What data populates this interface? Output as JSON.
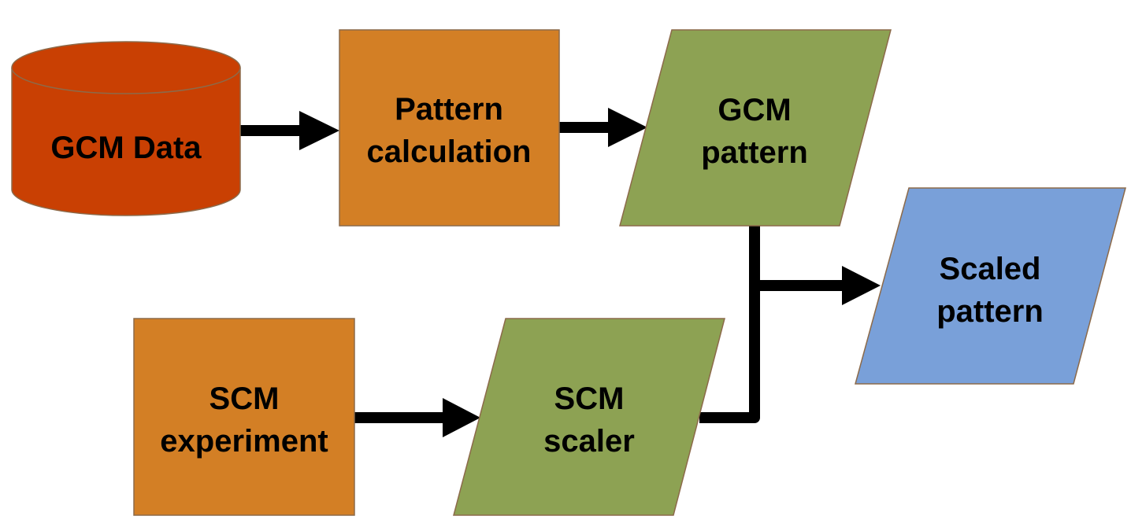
{
  "nodes": {
    "gcm_data": {
      "label_line1": "GCM Data",
      "shape": "cylinder",
      "color": "#C94003"
    },
    "pattern_calculation": {
      "label_line1": "Pattern",
      "label_line2": "calculation",
      "shape": "process",
      "color": "#D37F25"
    },
    "gcm_pattern": {
      "label_line1": "GCM",
      "label_line2": "pattern",
      "shape": "data",
      "color": "#8DA253"
    },
    "scaled_pattern": {
      "label_line1": "Scaled",
      "label_line2": "pattern",
      "shape": "data",
      "color": "#79A0D9"
    },
    "scm_experiment": {
      "label_line1": "SCM",
      "label_line2": "experiment",
      "shape": "process",
      "color": "#D37F25"
    },
    "scm_scaler": {
      "label_line1": "SCM",
      "label_line2": "scaler",
      "shape": "data",
      "color": "#8DA253"
    }
  },
  "edges": [
    {
      "from": "gcm_data",
      "to": "pattern_calculation"
    },
    {
      "from": "pattern_calculation",
      "to": "gcm_pattern"
    },
    {
      "from": "gcm_pattern",
      "to": "scaled_pattern"
    },
    {
      "from": "scm_experiment",
      "to": "scm_scaler"
    },
    {
      "from": "scm_scaler",
      "to": "scaled_pattern"
    }
  ],
  "colors": {
    "outline": "#8C6A4A",
    "connector": "#000000"
  }
}
